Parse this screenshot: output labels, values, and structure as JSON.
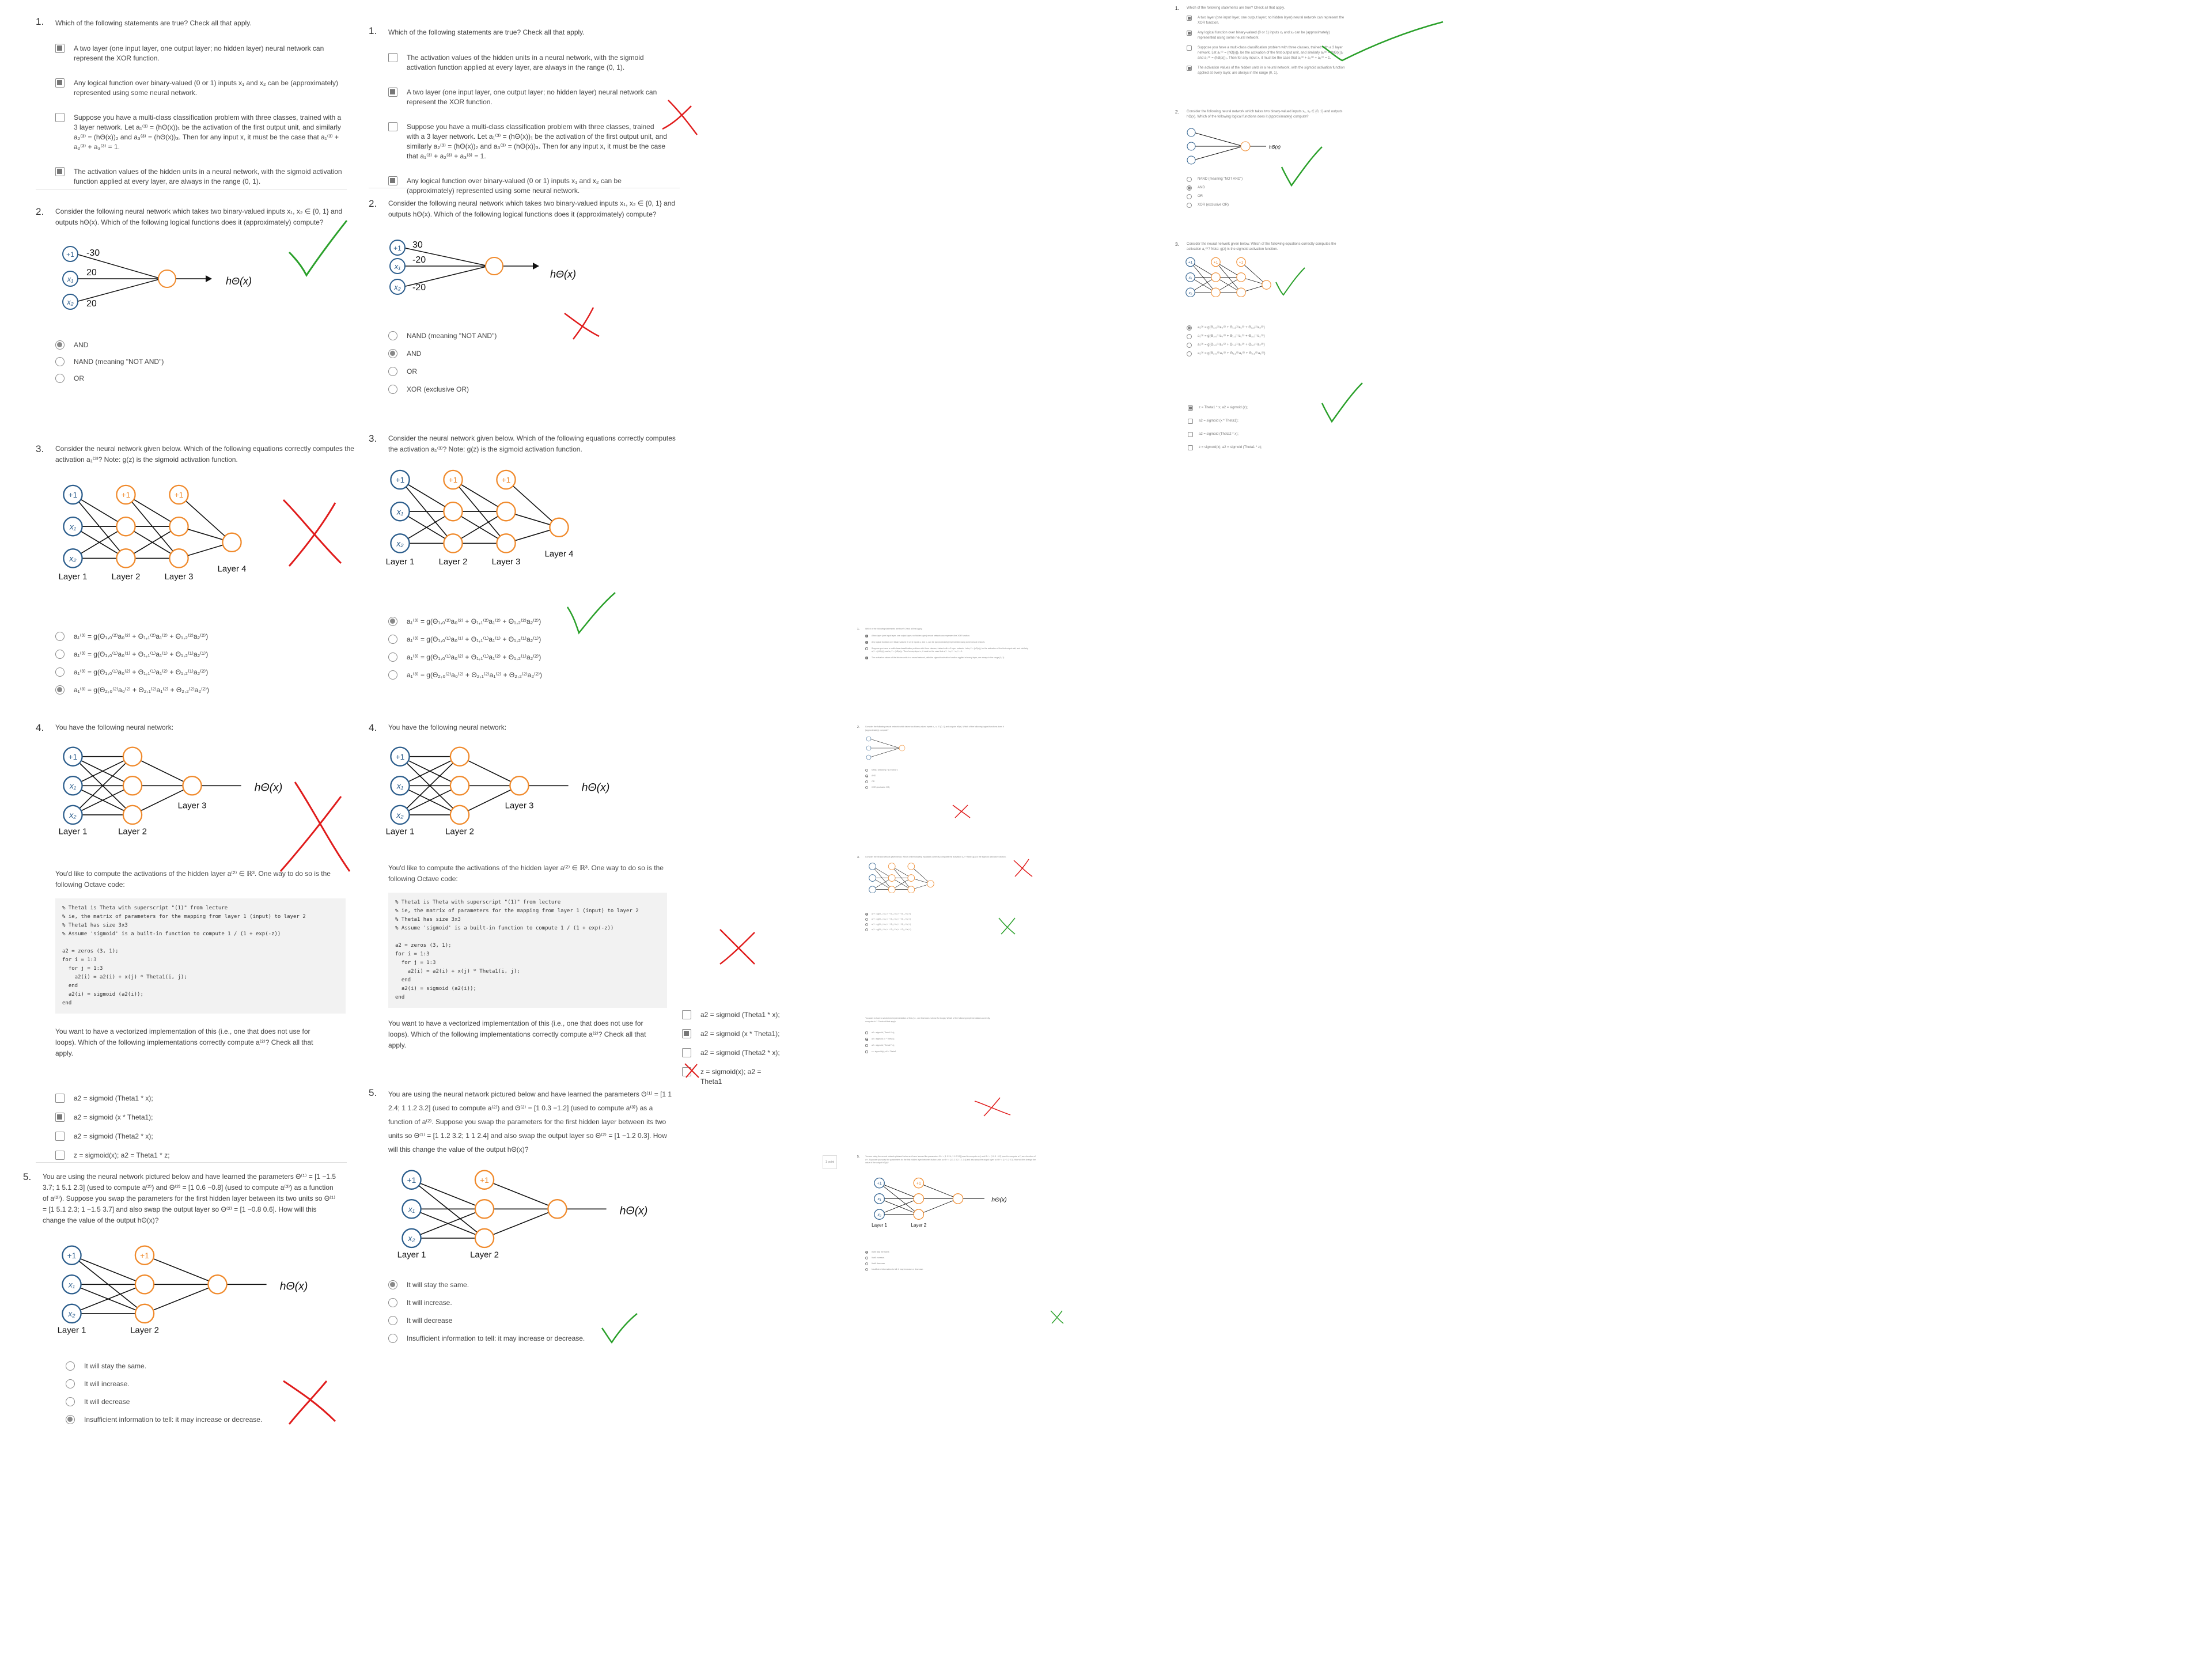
{
  "colors": {
    "ink_blue": "#2b5d8c",
    "node_orange": "#f08a2c",
    "check_green": "#2aa02a",
    "cross_red": "#e01b1b"
  },
  "q1": {
    "num": "1.",
    "text": "Which of the following statements are true? Check all that apply.",
    "col1_options": [
      {
        "text": "A two layer (one input layer, one output layer; no hidden layer) neural network can represent the XOR function.",
        "checked": true
      },
      {
        "text": "Any logical function over binary-valued (0 or 1) inputs x₁ and x₂ can be (approximately) represented using some neural network.",
        "checked": true
      },
      {
        "text": "Suppose you have a multi-class classification problem with three classes, trained with a 3 layer network. Let a₁⁽³⁾ = (hΘ(x))₁ be the activation of the first output unit, and similarly a₂⁽³⁾ = (hΘ(x))₂ and a₃⁽³⁾ = (hΘ(x))₃. Then for any input x, it must be the case that a₁⁽³⁾ + a₂⁽³⁾ + a₃⁽³⁾ = 1.",
        "checked": false
      },
      {
        "text": "The activation values of the hidden units in a neural network, with the sigmoid activation function applied at every layer, are always in the range (0, 1).",
        "checked": true
      }
    ],
    "col2_options": [
      {
        "text": "The activation values of the hidden units in a neural network, with the sigmoid activation function applied at every layer, are always in the range (0, 1).",
        "checked": false
      },
      {
        "text": "A two layer (one input layer, one output layer; no hidden layer) neural network can represent the XOR function.",
        "checked": true
      },
      {
        "text": "Suppose you have a multi-class classification problem with three classes, trained with a 3 layer network. Let a₁⁽³⁾ = (hΘ(x))₁ be the activation of the first output unit, and similarly a₂⁽³⁾ = (hΘ(x))₂ and a₃⁽³⁾ = (hΘ(x))₃. Then for any input x, it must be the case that a₁⁽³⁾ + a₂⁽³⁾ + a₃⁽³⁾ = 1.",
        "checked": false
      },
      {
        "text": "Any logical function over binary-valued (0 or 1) inputs x₁ and x₂ can be (approximately) represented using some neural network.",
        "checked": true
      }
    ]
  },
  "q2": {
    "num": "2.",
    "text": "Consider the following neural network which takes two binary-valued inputs x₁, x₂ ∈ {0, 1} and outputs hΘ(x). Which of the following logical functions does it (approximately) compute?",
    "col1_weights": [
      "-30",
      "20",
      "20"
    ],
    "col2_weights": [
      "30",
      "-20",
      "-20"
    ],
    "nodes": {
      "bias": "+1",
      "x1": "x₁",
      "x2": "x₂",
      "out": "hΘ(x)"
    },
    "col1_options": [
      {
        "text": "AND",
        "checked": true
      },
      {
        "text": "NAND (meaning \"NOT AND\")",
        "checked": false
      },
      {
        "text": "OR",
        "checked": false
      }
    ],
    "col2_options": [
      {
        "text": "NAND (meaning \"NOT AND\")",
        "checked": false
      },
      {
        "text": "AND",
        "checked": true
      },
      {
        "text": "OR",
        "checked": false
      },
      {
        "text": "XOR (exclusive OR)",
        "checked": false
      }
    ]
  },
  "q3": {
    "num": "3.",
    "text": "Consider the neural network given below. Which of the following equations correctly computes the activation a₁⁽³⁾? Note: g(z) is the sigmoid activation function.",
    "layers": [
      "Layer 1",
      "Layer 2",
      "Layer 3",
      "Layer 4"
    ],
    "col1_options": [
      {
        "text": "a₁⁽³⁾ = g(Θ₁,₀⁽²⁾a₀⁽²⁾ + Θ₁,₁⁽²⁾a₁⁽²⁾ + Θ₁,₂⁽²⁾a₂⁽²⁾)",
        "checked": false
      },
      {
        "text": "a₁⁽³⁾ = g(Θ₁,₀⁽¹⁾a₀⁽¹⁾ + Θ₁,₁⁽¹⁾a₁⁽¹⁾ + Θ₁,₂⁽¹⁾a₂⁽¹⁾)",
        "checked": false
      },
      {
        "text": "a₁⁽³⁾ = g(Θ₁,₀⁽¹⁾a₀⁽²⁾ + Θ₁,₁⁽¹⁾a₁⁽²⁾ + Θ₁,₂⁽¹⁾a₂⁽²⁾)",
        "checked": false
      },
      {
        "text": "a₁⁽³⁾ = g(Θ₂,₀⁽²⁾a₀⁽²⁾ + Θ₂,₁⁽²⁾a₁⁽²⁾ + Θ₂,₂⁽²⁾a₂⁽²⁾)",
        "checked": true
      }
    ],
    "col2_options": [
      {
        "text": "a₁⁽³⁾ = g(Θ₁,₀⁽²⁾a₀⁽²⁾ + Θ₁,₁⁽²⁾a₁⁽²⁾ + Θ₁,₂⁽²⁾a₂⁽²⁾)",
        "checked": true
      },
      {
        "text": "a₁⁽³⁾ = g(Θ₁,₀⁽¹⁾a₀⁽¹⁾ + Θ₁,₁⁽¹⁾a₁⁽¹⁾ + Θ₁,₂⁽¹⁾a₂⁽¹⁾)",
        "checked": false
      },
      {
        "text": "a₁⁽³⁾ = g(Θ₁,₀⁽¹⁾a₀⁽²⁾ + Θ₁,₁⁽¹⁾a₁⁽²⁾ + Θ₁,₂⁽¹⁾a₂⁽²⁾)",
        "checked": false
      },
      {
        "text": "a₁⁽³⁾ = g(Θ₂,₀⁽²⁾a₀⁽²⁾ + Θ₂,₁⁽²⁾a₁⁽²⁾ + Θ₂,₂⁽²⁾a₂⁽²⁾)",
        "checked": false
      }
    ]
  },
  "q4": {
    "num": "4.",
    "text": "You have the following neural network:",
    "layers": [
      "Layer 1",
      "Layer 2",
      "Layer 3"
    ],
    "text2": "You'd like to compute the activations of the hidden layer a⁽²⁾ ∈ ℝ³. One way to do so is the following Octave code:",
    "code": "% Theta1 is Theta with superscript \"(1)\" from lecture\n% ie, the matrix of parameters for the mapping from layer 1 (input) to layer 2\n% Theta1 has size 3x3\n% Assume 'sigmoid' is a built-in function to compute 1 / (1 + exp(-z))\n\na2 = zeros (3, 1);\nfor i = 1:3\n  for j = 1:3\n    a2(i) = a2(i) + x(j) * Theta1(i, j);\n  end\n  a2(i) = sigmoid (a2(i));\nend",
    "text3": "You want to have a vectorized implementation of this (i.e., one that does not use for loops). Which of the following implementations correctly compute a⁽²⁾? Check all that apply.",
    "col1_options": [
      {
        "text": "a2 = sigmoid (Theta1 * x);",
        "checked": false
      },
      {
        "text": "a2 = sigmoid (x * Theta1);",
        "checked": true
      },
      {
        "text": "a2 = sigmoid (Theta2 * x);",
        "checked": false
      },
      {
        "text": "z = sigmoid(x); a2 = Theta1 * z;",
        "checked": false
      }
    ],
    "col2_options": [
      {
        "text": "a2 = sigmoid (Theta1 * x);",
        "checked": false
      },
      {
        "text": "a2 = sigmoid (x * Theta1);",
        "checked": true
      },
      {
        "text": "a2 = sigmoid (Theta2 * x);",
        "checked": false
      },
      {
        "text": "z = sigmoid(x); a2 = Theta1",
        "checked": false
      }
    ]
  },
  "q5": {
    "num": "5.",
    "col1_text": "You are using the neural network pictured below and have learned the parameters Θ⁽¹⁾ = [1 −1.5 3.7; 1 5.1 2.3] (used to compute a⁽²⁾) and Θ⁽²⁾ = [1 0.6 −0.8] (used to compute a⁽³⁾) as a function of a⁽²⁾). Suppose you swap the parameters for the first hidden layer between its two units so Θ⁽¹⁾ = [1 5.1 2.3; 1 −1.5 3.7] and also swap the output layer so Θ⁽²⁾ = [1 −0.8 0.6]. How will this change the value of the output hΘ(x)?",
    "col2_text": "You are using the neural network pictured below and have learned the parameters Θ⁽¹⁾ = [1 1 2.4; 1 1.2 3.2] (used to compute a⁽²⁾) and Θ⁽²⁾ = [1 0.3 −1.2] (used to compute a⁽³⁾) as a function of a⁽²⁾. Suppose you swap the parameters for the first hidden layer between its two units so Θ⁽¹⁾ = [1 1.2 3.2; 1 1 2.4] and also swap the output layer so Θ⁽²⁾ = [1 −1.2 0.3]. How will this change the value of the output hΘ(x)?",
    "layers": [
      "Layer 1",
      "Layer 2"
    ],
    "col1_options": [
      {
        "text": "It will stay the same.",
        "checked": false
      },
      {
        "text": "It will increase.",
        "checked": false
      },
      {
        "text": "It will decrease",
        "checked": false
      },
      {
        "text": "Insufficient information to tell: it may increase or decrease.",
        "checked": true
      }
    ],
    "col2_options": [
      {
        "text": "It will stay the same.",
        "checked": true
      },
      {
        "text": "It will increase.",
        "checked": false
      },
      {
        "text": "It will decrease",
        "checked": false
      },
      {
        "text": "Insufficient information to tell: it may increase or decrease.",
        "checked": false
      }
    ]
  },
  "col3": {
    "q4_options": [
      "z = Theta1 * x; a2 = sigmoid (z);",
      "a2 = sigmoid (x * Theta1);",
      "a2 = sigmoid (Theta2 * x);",
      "z = sigmoid(x); a2 = sigmoid (Theta1 * z);"
    ],
    "q4_checked": [
      true,
      false,
      false,
      false
    ]
  },
  "q5_points": "1 point"
}
